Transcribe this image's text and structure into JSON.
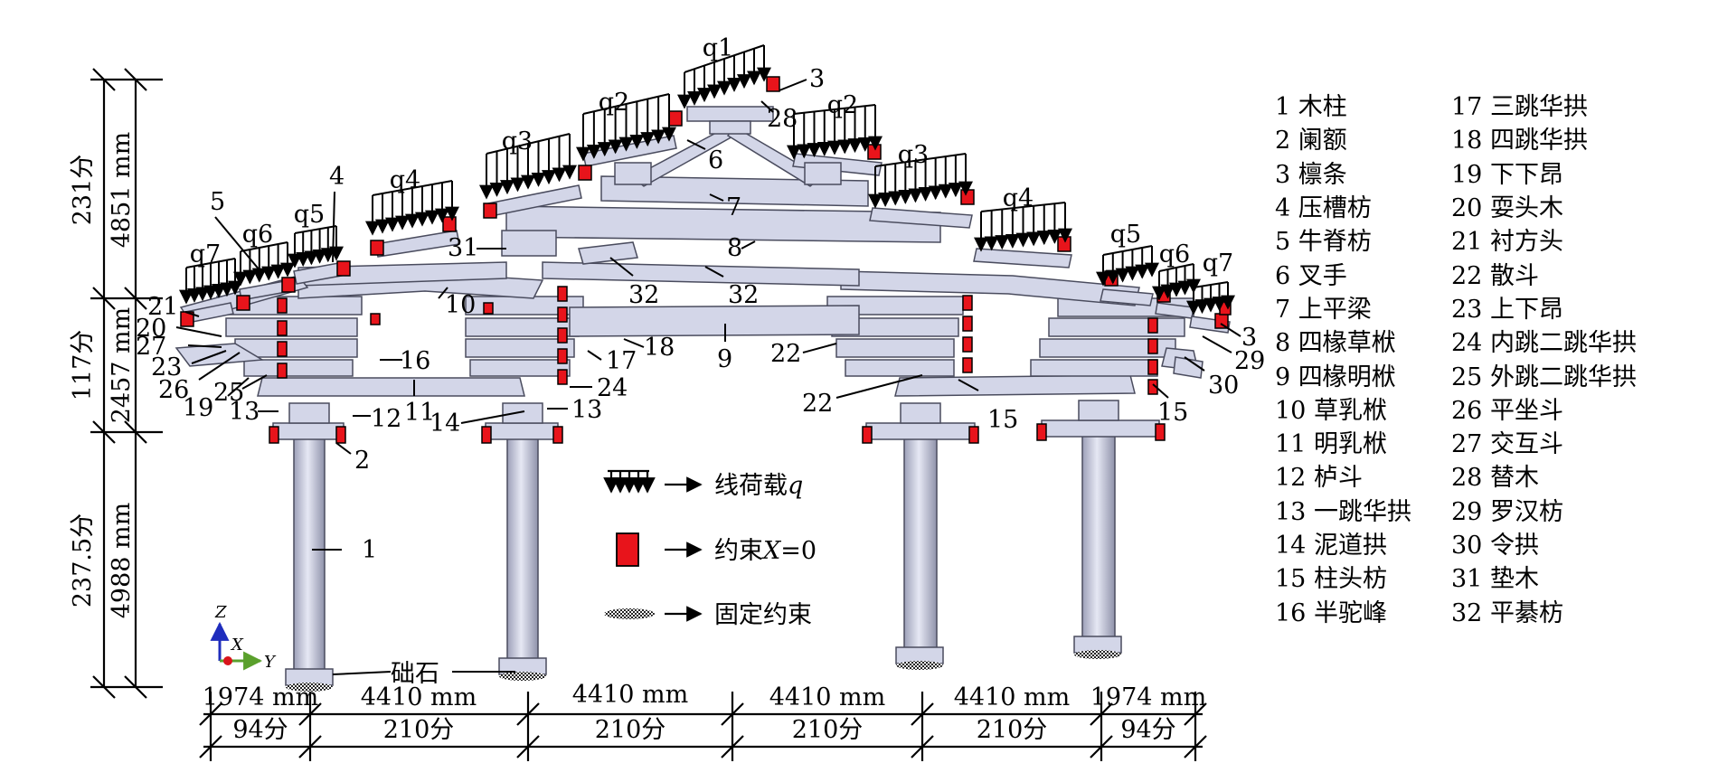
{
  "dimensions": {
    "vertical": [
      {
        "mm": "4851 mm",
        "fen": "231分"
      },
      {
        "mm": "2457 mm",
        "fen": "117分"
      },
      {
        "mm": "4988 mm",
        "fen": "237.5分"
      }
    ],
    "horizontal": [
      {
        "mm": "1974 mm",
        "fen": "94分"
      },
      {
        "mm": "4410 mm",
        "fen": "210分"
      },
      {
        "mm": "4410 mm",
        "fen": "210分"
      },
      {
        "mm": "4410 mm",
        "fen": "210分"
      },
      {
        "mm": "4410 mm",
        "fen": "210分"
      },
      {
        "mm": "1974 mm",
        "fen": "94分"
      }
    ]
  },
  "loads": {
    "left": [
      "q7",
      "q6",
      "q5",
      "q4",
      "q3",
      "q2"
    ],
    "top": "q1",
    "right": [
      "q2",
      "q3",
      "q4",
      "q5",
      "q6",
      "q7"
    ]
  },
  "callouts": {
    "c1": "1",
    "c2": "2",
    "c3a": "3",
    "c3b": "3",
    "c4": "4",
    "c5": "5",
    "c6": "6",
    "c7": "7",
    "c8": "8",
    "c9": "9",
    "c10": "10",
    "c11": "11",
    "c12": "12",
    "c13a": "13",
    "c13b": "13",
    "c14": "14",
    "c15a": "15",
    "c15b": "15",
    "c16": "16",
    "c17": "17",
    "c18": "18",
    "c19": "19",
    "c20": "20",
    "c21": "21",
    "c22a": "22",
    "c22b": "22",
    "c23": "23",
    "c24": "24",
    "c25": "25",
    "c26": "26",
    "c27": "27",
    "c28": "28",
    "c29": "29",
    "c30": "30",
    "c31": "31",
    "c32a": "32",
    "c32b": "32",
    "plinth": "础石"
  },
  "symbol_legend": {
    "line_load_prefix": "线荷载",
    "line_load_var": "q",
    "constraint_prefix": "约束",
    "constraint_var": "X",
    "constraint_suffix": "=0",
    "fixed": "固定约束"
  },
  "axes": {
    "z": "Z",
    "x": "X",
    "y": "Y"
  },
  "parts": [
    "1 木柱",
    "2 阑额",
    "3 檩条",
    "4 压槽枋",
    "5 牛脊枋",
    "6 叉手",
    "7 上平梁",
    "8 四椽草栿",
    "9 四椽明栿",
    "10 草乳栿",
    "11 明乳栿",
    "12 栌斗",
    "13 一跳华拱",
    "14 泥道拱",
    "15 柱头枋",
    "16 半驼峰",
    "17 三跳华拱",
    "18 四跳华拱",
    "19 下下昂",
    "20 耍头木",
    "21 衬方头",
    "22 散斗",
    "23 上下昂",
    "24 内跳二跳华拱",
    "25 外跳二跳华拱",
    "26 平坐斗",
    "27 交互斗",
    "28 替木",
    "29 罗汉枋",
    "30 令拱",
    "31 垫木",
    "32 平綦枋"
  ],
  "colors": {
    "member_fill": "#d3d6e8",
    "member_stroke": "#4a4c5e",
    "constraint_red": "#e8141b",
    "axis_z": "#1f2dbd",
    "axis_x": "#d9141b",
    "axis_y": "#5aa02c"
  }
}
